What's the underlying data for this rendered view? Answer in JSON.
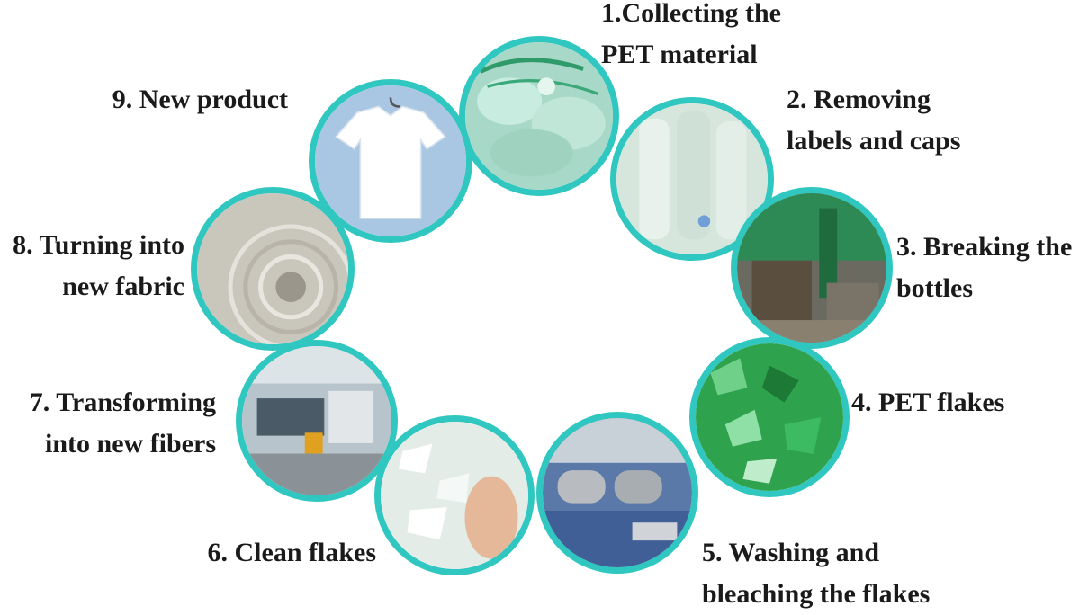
{
  "accent_color": "#2fc7c0",
  "steps": [
    {
      "id": 1,
      "lines": [
        "1.Collecting the",
        "PET material"
      ],
      "image": "collected-pet-bottles"
    },
    {
      "id": 2,
      "lines": [
        "2. Removing",
        "labels and caps"
      ],
      "image": "clear-bottles"
    },
    {
      "id": 3,
      "lines": [
        "3. Breaking the",
        "bottles"
      ],
      "image": "bottle-crusher-machine"
    },
    {
      "id": 4,
      "lines": [
        "4. PET flakes"
      ],
      "image": "green-pet-flakes"
    },
    {
      "id": 5,
      "lines": [
        "5. Washing and",
        "bleaching the flakes"
      ],
      "image": "washing-rollers-machine"
    },
    {
      "id": 6,
      "lines": [
        "6. Clean flakes"
      ],
      "image": "clean-flakes-in-hand"
    },
    {
      "id": 7,
      "lines": [
        "7. Transforming",
        "into new fibers"
      ],
      "image": "fiber-production-line"
    },
    {
      "id": 8,
      "lines": [
        "8. Turning into",
        "new fabric"
      ],
      "image": "fabric-roll"
    },
    {
      "id": 9,
      "lines": [
        "9. New product"
      ],
      "image": "white-t-shirt"
    }
  ]
}
